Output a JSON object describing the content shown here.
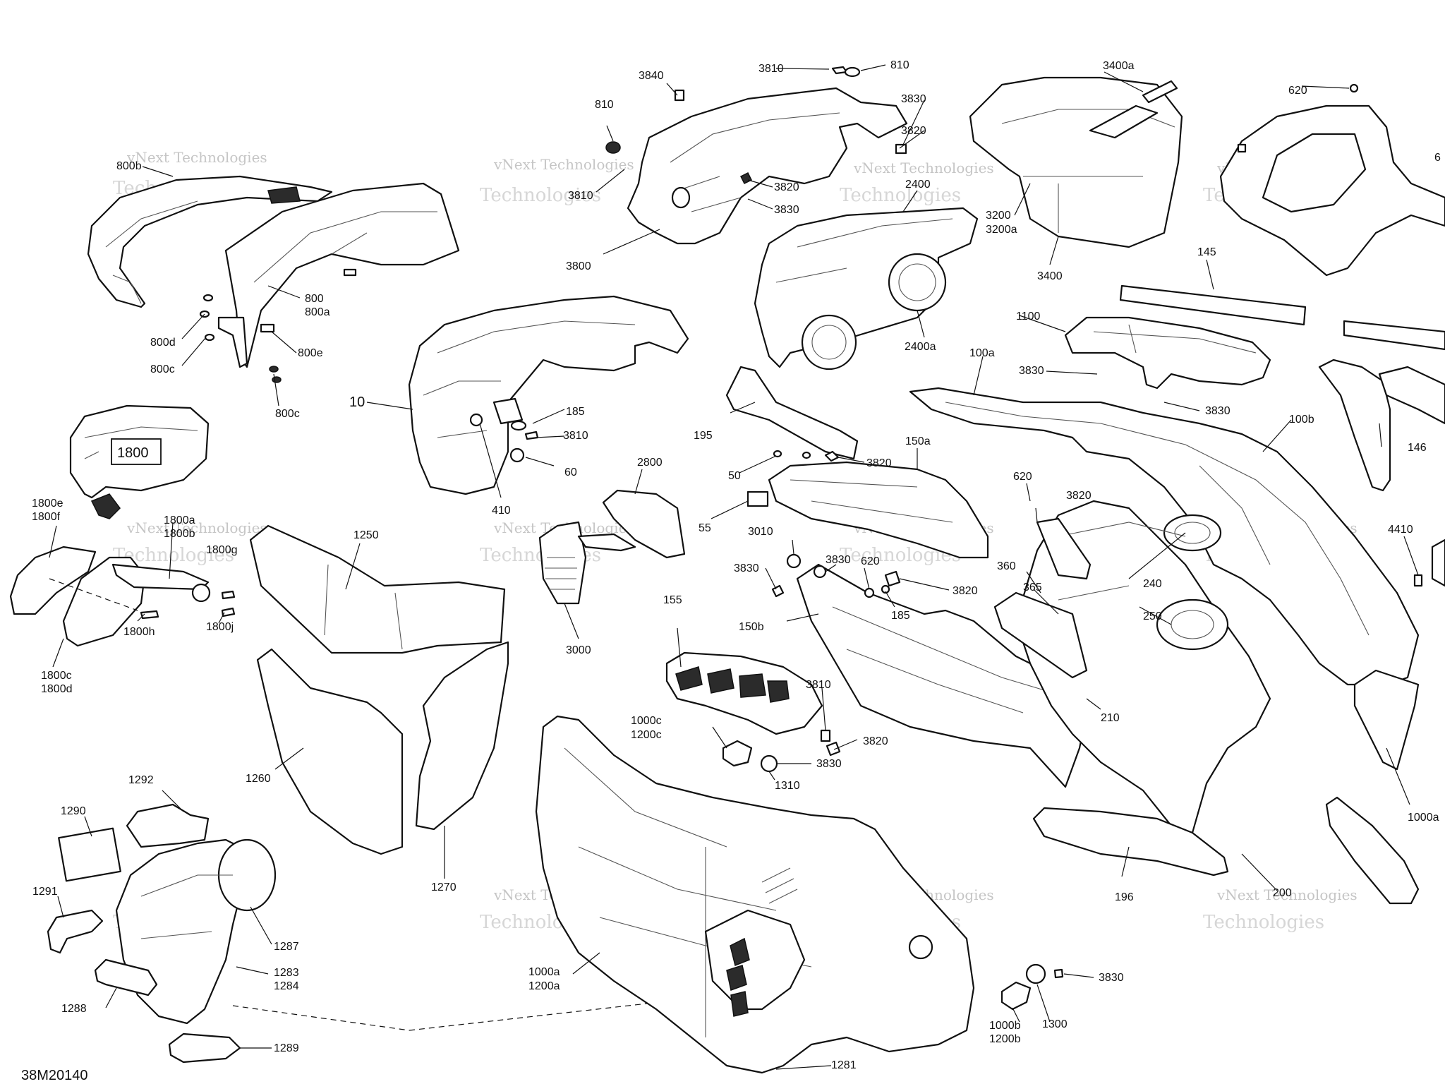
{
  "diagram_id": "38M20140",
  "watermark": {
    "line1": "vNext Technologies",
    "line2": "Technologies"
  },
  "labels": {
    "l800b": "800b",
    "l800": "800",
    "l800a": "800a",
    "l800d": "800d",
    "l800c1": "800c",
    "l800e": "800e",
    "l800c2": "800c",
    "l1800": "1800",
    "l1800e": "1800e",
    "l1800f": "1800f",
    "l1800a": "1800a",
    "l1800b": "1800b",
    "l1800g": "1800g",
    "l1800h": "1800h",
    "l1800j": "1800j",
    "l1800c": "1800c",
    "l1800d": "1800d",
    "l3840": "3840",
    "l810a": "810",
    "l3810a": "3810",
    "l3800": "3800",
    "l3810b": "3810",
    "l810b": "810",
    "l3830a": "3830",
    "l3820a": "3820",
    "l3820b": "3820",
    "l3830b": "3830",
    "l2400": "2400",
    "l2400a": "2400a",
    "l3400a": "3400a",
    "l3200": "3200",
    "l3200a": "3200a",
    "l3400": "3400",
    "l620a": "620",
    "l6": "6",
    "l145": "145",
    "l1100": "1100",
    "l3830c": "3830",
    "l3830d": "3830",
    "l100a": "100a",
    "l100b": "100b",
    "l146": "146",
    "l10": "10",
    "l185a": "185",
    "l3810c": "3810",
    "l60": "60",
    "l410": "410",
    "l195": "195",
    "l50": "50",
    "l3820c": "3820",
    "l150a": "150a",
    "l55": "55",
    "l620b": "620",
    "l3820d": "3820",
    "l4410": "4410",
    "l2800": "2800",
    "l3000": "3000",
    "l1250": "1250",
    "l3010": "3010",
    "l3830e": "3830",
    "l3830f": "3830",
    "l620c": "620",
    "l3820e": "3820",
    "l185b": "185",
    "l360": "360",
    "l365": "365",
    "l240": "240",
    "l250": "250",
    "l150b": "150b",
    "l155": "155",
    "l210": "210",
    "l3810d": "3810",
    "l3820f": "3820",
    "l1000c": "1000c",
    "l1200c": "1200c",
    "l3830g": "3830",
    "l1310": "1310",
    "l1260": "1260",
    "l1270": "1270",
    "l1292": "1292",
    "l1290": "1290",
    "l1291": "1291",
    "l1287": "1287",
    "l1283": "1283",
    "l1284": "1284",
    "l1288": "1288",
    "l1289": "1289",
    "l1000a1": "1000a",
    "l1200a": "1200a",
    "l1281": "1281",
    "l196": "196",
    "l200": "200",
    "l1000a2": "1000a",
    "l3830h": "3830",
    "l1000b": "1000b",
    "l1200b": "1200b",
    "l1300": "1300"
  }
}
